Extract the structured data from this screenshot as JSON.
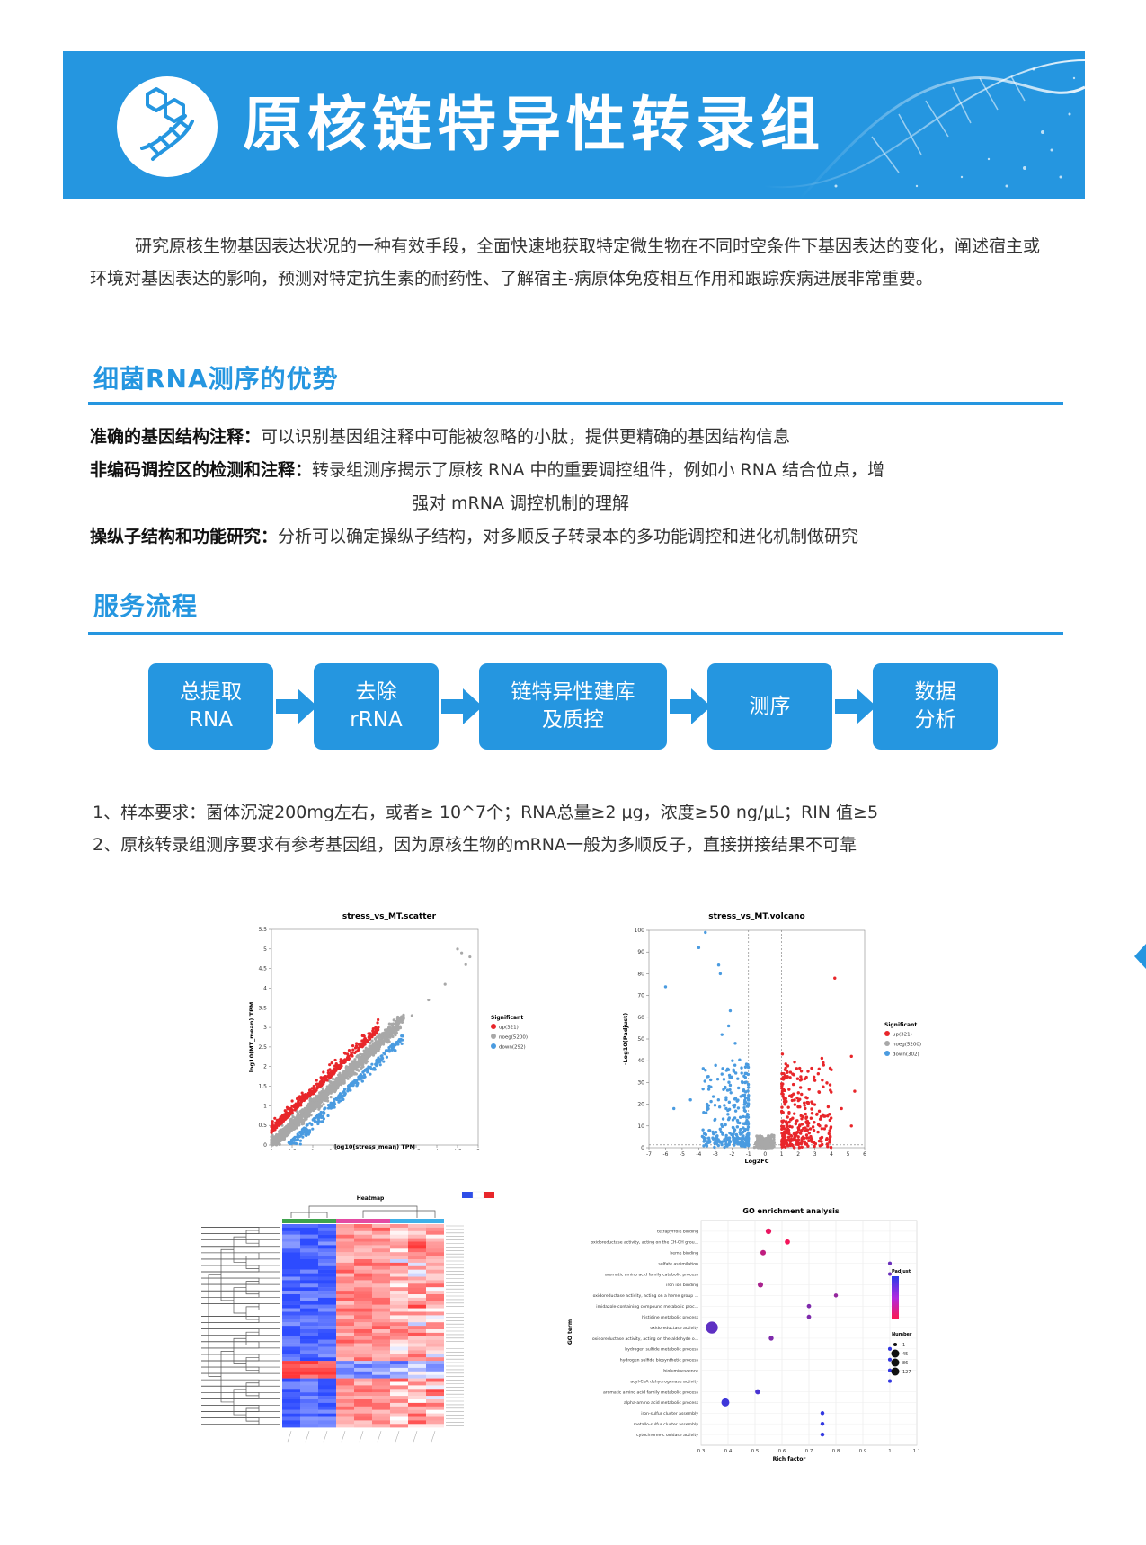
{
  "header": {
    "title": "原核链特异性转录组"
  },
  "intro": {
    "paragraph": "研究原核生物基因表达状况的一种有效手段，全面快速地获取特定微生物在不同时空条件下基因表达的变化，阐述宿主或环境对基因表达的影响，预测对特定抗生素的耐药性、了解宿主-病原体免疫相互作用和跟踪疾病进展非常重要。"
  },
  "advantages": {
    "title": "细菌RNA测序的优势",
    "items": [
      {
        "key": "准确的基因结构注释：",
        "text": "可以识别基因组注释中可能被忽略的小肽，提供更精确的基因结构信息"
      },
      {
        "key": "非编码调控区的检测和注释：",
        "text": "转录组测序揭示了原核 RNA 中的重要调控组件，例如小 RNA 结合位点，增",
        "cont": "强对 mRNA 调控机制的理解"
      },
      {
        "key": "操纵子结构和功能研究：",
        "text": "分析可以确定操纵子结构，对多顺反子转录本的多功能调控和进化机制做研究"
      }
    ]
  },
  "workflow": {
    "title": "服务流程",
    "steps": [
      {
        "line1": "总提取",
        "line2": "RNA"
      },
      {
        "line1": "去除",
        "line2": "rRNA"
      },
      {
        "line1": "链特异性建库",
        "line2": "及质控"
      },
      {
        "line1": "测序",
        "line2": ""
      },
      {
        "line1": "数据",
        "line2": "分析"
      }
    ]
  },
  "notes": {
    "line1": "1、样本要求：菌体沉淀200mg左右，或者≥ 10^7个；RNA总量≥2 μg，浓度≥50 ng/μL；RIN 值≥5",
    "line2": "2、原核转录组测序要求有参考基因组，因为原核生物的mRNA一般为多顺反子，直接拼接结果不可靠"
  },
  "colors": {
    "brand": "#2596e0",
    "up": "#e8262a",
    "noeg": "#a8a8a8",
    "down": "#4a9be0"
  },
  "chart_data": [
    {
      "type": "scatter",
      "title": "stress_vs_MT.scatter",
      "xlabel": "log10(stress_mean) TPM",
      "ylabel": "log10(MT_mean) TPM",
      "xlim": [
        0,
        5
      ],
      "ylim": [
        0,
        5.5
      ],
      "x_ticks": [
        "0",
        "0.5",
        "1",
        "1.5",
        "2",
        "2.5",
        "3",
        "3.5",
        "4",
        "4.5",
        "5"
      ],
      "y_ticks": [
        "0",
        "0.5",
        "1",
        "1.5",
        "2",
        "2.5",
        "3",
        "3.5",
        "4",
        "4.5",
        "5",
        "5.5"
      ],
      "legend_title": "Significant",
      "legend_position": "right",
      "series": [
        {
          "name": "up(321)",
          "color": "#e8262a"
        },
        {
          "name": "noeg(5200)",
          "color": "#a8a8a8"
        },
        {
          "name": "down(292)",
          "color": "#4a9be0"
        }
      ]
    },
    {
      "type": "scatter",
      "title": "stress_vs_MT.volcano",
      "xlabel": "Log2FC",
      "ylabel": "-Log10(Padjust)",
      "xlim": [
        -7,
        6
      ],
      "ylim": [
        0,
        100
      ],
      "x_ticks": [
        "-7",
        "-6",
        "-5",
        "-4",
        "-3",
        "-2",
        "-1",
        "0",
        "1",
        "2",
        "3",
        "4",
        "5",
        "6"
      ],
      "y_ticks": [
        "0",
        "10",
        "20",
        "30",
        "40",
        "50",
        "60",
        "70",
        "80",
        "90",
        "100"
      ],
      "legend_title": "Significant",
      "legend_position": "right",
      "series": [
        {
          "name": "up(321)",
          "color": "#e8262a"
        },
        {
          "name": "noeg(5200)",
          "color": "#a8a8a8"
        },
        {
          "name": "down(302)",
          "color": "#4a9be0"
        }
      ]
    },
    {
      "type": "heatmap",
      "title": "Heatmap",
      "legend_position": "top-right"
    },
    {
      "type": "scatter",
      "title": "GO enrichment analysis",
      "xlabel": "Rich factor",
      "ylabel": "GO term",
      "xlim": [
        0.3,
        1.1
      ],
      "x_ticks": [
        "0.3",
        "0.4",
        "0.5",
        "0.6",
        "0.7",
        "0.8",
        "0.9",
        "1",
        "1.1"
      ],
      "legend_padjust_title": "Padjust",
      "legend_number_title": "Number",
      "legend_number_values": [
        "1",
        "45",
        "86",
        "127"
      ],
      "terms": [
        "tetrapyrrole binding",
        "oxidoreductase activity, acting on the CH-CH grou...",
        "heme binding",
        "sulfate assimilation",
        "aromatic amino acid family catabolic process",
        "iron ion binding",
        "oxidoreductase activity, acting on a heme group ...",
        "imidazole-containing compound metabolic proc...",
        "histidine metabolic process",
        "oxidoreductase activity",
        "oxidoreductase activity, acting on the aldehyde o...",
        "hydrogen sulfide metabolic process",
        "hydrogen sulfide biosynthetic process",
        "bioluminescence",
        "acyl-CoA dehydrogenase activity",
        "aromatic amino acid family metabolic process",
        "alpha-amino acid metabolic process",
        "iron-sulfur cluster assembly",
        "metallo-sulfur cluster assembly",
        "cytochrome-c oxidase activity"
      ],
      "rich_factor": [
        0.55,
        0.62,
        0.53,
        1.0,
        1.0,
        0.52,
        0.8,
        0.7,
        0.7,
        0.34,
        0.56,
        1.0,
        1.0,
        1.0,
        1.0,
        0.51,
        0.39,
        0.75,
        0.75,
        0.75
      ],
      "number": [
        12,
        8,
        10,
        1,
        1,
        10,
        2,
        3,
        3,
        127,
        6,
        1,
        1,
        1,
        1,
        8,
        40,
        2,
        2,
        2
      ],
      "color_level": [
        0.1,
        0.05,
        0.3,
        0.7,
        0.7,
        0.4,
        0.5,
        0.6,
        0.6,
        0.75,
        0.6,
        0.95,
        0.95,
        0.95,
        0.95,
        0.85,
        0.9,
        0.95,
        0.95,
        0.95
      ]
    }
  ]
}
